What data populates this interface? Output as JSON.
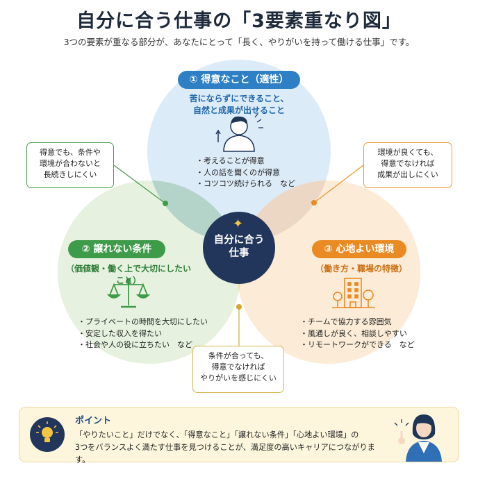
{
  "header": {
    "title": "自分に合う仕事の「3要素重なり図」",
    "subtitle": "3つの要素が重なる部分が、あなたにとって「長く、やりがいを持って働ける仕事」です。"
  },
  "circles": {
    "aptitude": {
      "label": "① 得意なこと（適性）",
      "sub": [
        "苦にならずにできること、",
        "自然と成果が出せること"
      ],
      "items": [
        "考えることが得意",
        "人の話を聞くのが得意",
        "コツコツ続けられる　など"
      ],
      "color": "#2e7fc4"
    },
    "conditions": {
      "label": "② 譲れない条件",
      "sub": "（価値観・働く上で大切にしたいこと）",
      "items": [
        "プライベートの時間を大切にしたい",
        "安定した収入を得たい",
        "社会や人の役に立ちたい　など"
      ],
      "color": "#3e9b49"
    },
    "environment": {
      "label": "③ 心地よい環境",
      "sub": "（働き方・職場の特徴）",
      "items": [
        "チームで協力する雰囲気",
        "風通しが良く、相談しやすい",
        "リモートワークができる　など"
      ],
      "color": "#e98a23"
    }
  },
  "center": {
    "lines": [
      "自分に合う",
      "仕事"
    ]
  },
  "callouts": {
    "green": [
      "得意でも、条件や",
      "環境が合わないと",
      "長続きしにくい"
    ],
    "orange": [
      "環境が良くても、",
      "得意でなければ",
      "成果が出しにくい"
    ],
    "yellow": [
      "条件が合っても、",
      "得意でなければ",
      "やりがいを感じにくい"
    ]
  },
  "point": {
    "title": "ポイント",
    "lines": [
      "「やりたいこと」だけでなく、「得意なこと」「譲れない条件」「心地よい環境」の",
      "3つをバランスよく満たす仕事を見つけることが、満足度の高いキャリアにつながります。"
    ]
  },
  "icons": [
    "person-pointing-icon",
    "scale-icon",
    "building-icon",
    "tree-icon",
    "sparkle-icon",
    "lightbulb-icon",
    "woman-pointing-icon"
  ]
}
